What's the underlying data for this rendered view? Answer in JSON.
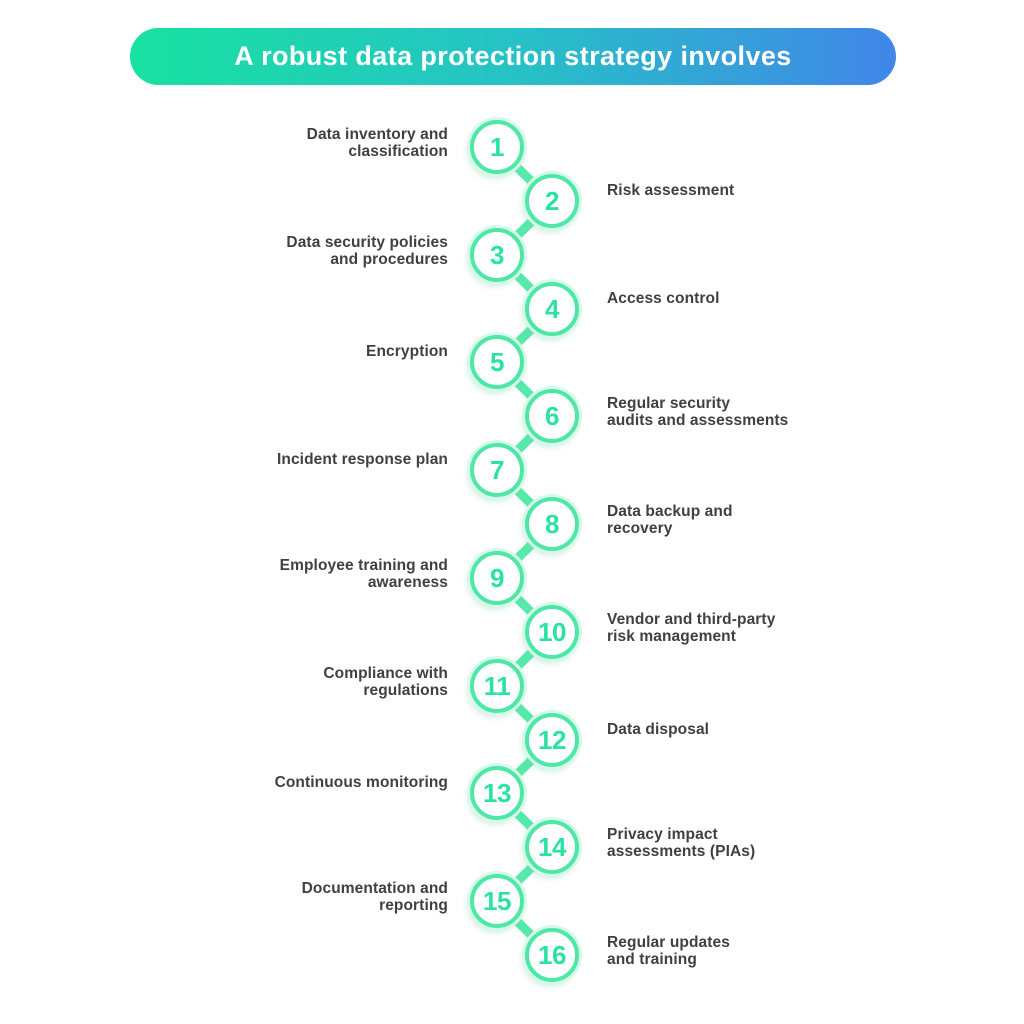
{
  "header": {
    "title": "A robust data protection strategy involves"
  },
  "palette": {
    "gradient_left": "#18E2A0",
    "gradient_mid": "#26C2C6",
    "gradient_right": "#4186E8",
    "ring_green": "#4DE7A6",
    "glow_green": "#D8F8EA",
    "number_green": "#2BE3A0",
    "connector_green": "#55E9AA",
    "label_color": "#3F3F44",
    "background": "#FFFFFF"
  },
  "items": [
    {
      "number": "1",
      "lines": [
        "Data inventory and",
        "classification"
      ]
    },
    {
      "number": "2",
      "lines": [
        "Risk assessment"
      ]
    },
    {
      "number": "3",
      "lines": [
        "Data security policies",
        "and procedures"
      ]
    },
    {
      "number": "4",
      "lines": [
        "Access control"
      ]
    },
    {
      "number": "5",
      "lines": [
        "Encryption"
      ]
    },
    {
      "number": "6",
      "lines": [
        "Regular security",
        "audits and assessments"
      ]
    },
    {
      "number": "7",
      "lines": [
        "Incident response plan"
      ]
    },
    {
      "number": "8",
      "lines": [
        "Data backup and",
        "recovery"
      ]
    },
    {
      "number": "9",
      "lines": [
        "Employee training and",
        "awareness"
      ]
    },
    {
      "number": "10",
      "lines": [
        "Vendor and third-party",
        "risk management"
      ]
    },
    {
      "number": "11",
      "lines": [
        "Compliance with",
        "regulations"
      ]
    },
    {
      "number": "12",
      "lines": [
        "Data disposal"
      ]
    },
    {
      "number": "13",
      "lines": [
        "Continuous monitoring"
      ]
    },
    {
      "number": "14",
      "lines": [
        "Privacy impact",
        "assessments (PIAs)"
      ]
    },
    {
      "number": "15",
      "lines": [
        "Documentation and",
        "reporting"
      ]
    },
    {
      "number": "16",
      "lines": [
        "Regular updates",
        "and training"
      ]
    }
  ]
}
